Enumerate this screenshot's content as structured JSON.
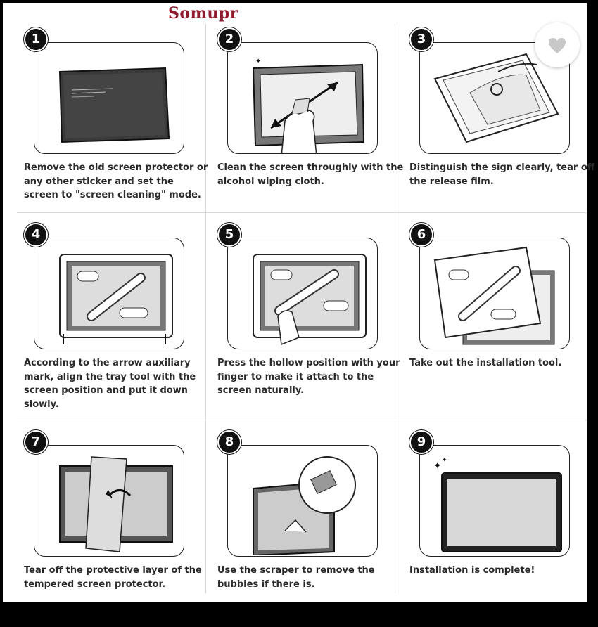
{
  "brand": "Somupr",
  "steps": [
    {
      "number": "1",
      "caption": "Remove the old screen protector or any other sticker and set the screen to \"screen cleaning\" mode."
    },
    {
      "number": "2",
      "caption": "Clean the screen throughly with the alcohol wiping cloth."
    },
    {
      "number": "3",
      "caption": "Distinguish the sign clearly, tear off the release film."
    },
    {
      "number": "4",
      "caption": "According to the arrow auxiliary mark, align the tray tool with the screen position and put it down slowly."
    },
    {
      "number": "5",
      "caption": "Press the hollow position with your finger to make it attach to the screen naturally."
    },
    {
      "number": "6",
      "caption": "Take out the installation tool."
    },
    {
      "number": "7",
      "caption": "Tear off the protective layer of the tempered screen protector."
    },
    {
      "number": "8",
      "caption": "Use the scraper to remove the bubbles if there is."
    },
    {
      "number": "9",
      "caption": "Installation is complete!"
    }
  ],
  "favorite_icon": "heart-icon"
}
